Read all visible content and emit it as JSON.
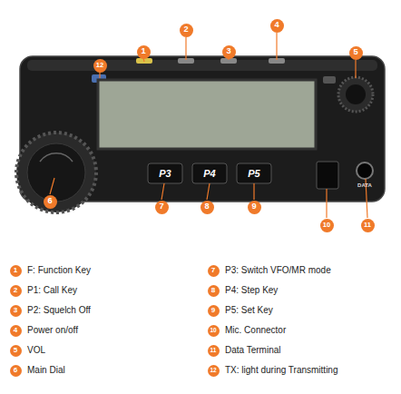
{
  "diagram": {
    "labels": [
      "12",
      "1",
      "2",
      "3",
      "4",
      "5",
      "6",
      "7",
      "8",
      "9",
      "10",
      "11",
      "P3",
      "P4",
      "P5",
      "DATA",
      "1",
      "F: Function Key",
      "7",
      "P3: Switch VFO/MR mode",
      "2",
      "P1: Call Key",
      "8",
      "P4: Step Key",
      "3",
      "P2: Squelch Off",
      "9",
      "P5: Set Key",
      "4",
      "Power on/off",
      "10",
      "Mic. Connector",
      "5",
      "VOL",
      "11",
      "Data Terminal",
      "6",
      "Main Dial",
      "12",
      "TX: light during Transmitting"
    ]
  }
}
